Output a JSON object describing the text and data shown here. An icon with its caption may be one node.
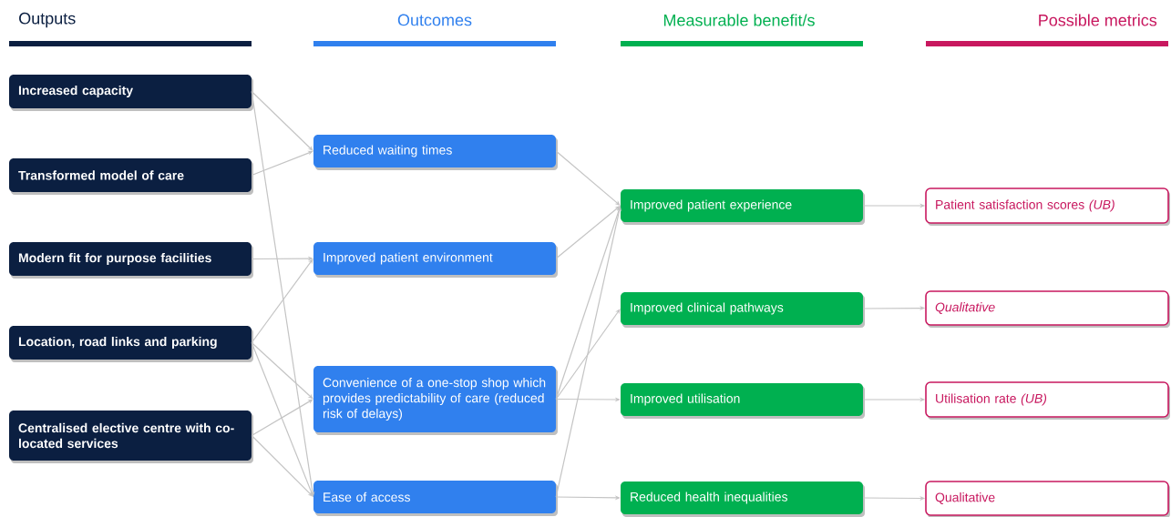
{
  "diagram": {
    "nodes": [
      {
        "text": [
          "Increased capacity"
        ]
      },
      {
        "text": [
          "Transformed model of care"
        ]
      },
      {
        "text": [
          "Modern fit for purpose facilities"
        ]
      },
      {
        "text": [
          "Location, road links and parking"
        ]
      },
      {
        "text": [
          "Centralised elective centre with co-located services"
        ]
      },
      {
        "text": [
          "Reduced waiting times"
        ]
      },
      {
        "text": [
          "Improved patient environment"
        ]
      },
      {
        "text": [
          "Convenience of a one-stop shop which provides predictability of care (reduced risk of delays)"
        ]
      },
      {
        "text": [
          "Ease of access"
        ]
      },
      {
        "text": [
          "Improved patient experience"
        ]
      },
      {
        "text": [
          "Improved clinical pathways"
        ]
      },
      {
        "text": [
          "Improved utilisation"
        ]
      },
      {
        "text": [
          "Reduced health inequalities"
        ]
      },
      {
        "text": [
          "Patient satisfaction scores *(UB)*"
        ]
      },
      {
        "text": [
          "*Qualitative*"
        ]
      },
      {
        "text": [
          "Utilisation rate *(UB)*"
        ]
      },
      {
        "text": [
          "Qualitative"
        ]
      }
    ],
    "edges": [
      {
        "from": 0,
        "to": 5,
        "arrow": "to"
      },
      {
        "from": 0,
        "to": 8,
        "arrow": "to"
      },
      {
        "from": 1,
        "to": 5,
        "arrow": "to"
      },
      {
        "from": 2,
        "to": 6,
        "arrow": "to"
      },
      {
        "from": 3,
        "to": 6,
        "arrow": "to"
      },
      {
        "from": 3,
        "to": 7,
        "arrow": "to"
      },
      {
        "from": 3,
        "to": 8,
        "arrow": "to"
      },
      {
        "from": 4,
        "to": 7,
        "arrow": "to"
      },
      {
        "from": 4,
        "to": 8,
        "arrow": "to"
      },
      {
        "from": 5,
        "to": 9,
        "arrow": "to"
      },
      {
        "from": 6,
        "to": 9,
        "arrow": "to"
      },
      {
        "from": 7,
        "to": 9,
        "arrow": "to"
      },
      {
        "from": 7,
        "to": 10,
        "arrow": "to"
      },
      {
        "from": 7,
        "to": 11,
        "arrow": "to"
      },
      {
        "from": 8,
        "to": 9,
        "arrow": "to"
      },
      {
        "from": 8,
        "to": 12,
        "arrow": "to"
      },
      {
        "from": 9,
        "to": 13,
        "arrow": "to"
      },
      {
        "from": 10,
        "to": 14,
        "arrow": "to"
      },
      {
        "from": 11,
        "to": 15,
        "arrow": "to"
      },
      {
        "from": 12,
        "to": 16,
        "arrow": "to"
      }
    ],
    "labels": [
      "Outputs",
      "Outcomes",
      "Measurable benefit/s",
      "Possible metrics"
    ]
  }
}
